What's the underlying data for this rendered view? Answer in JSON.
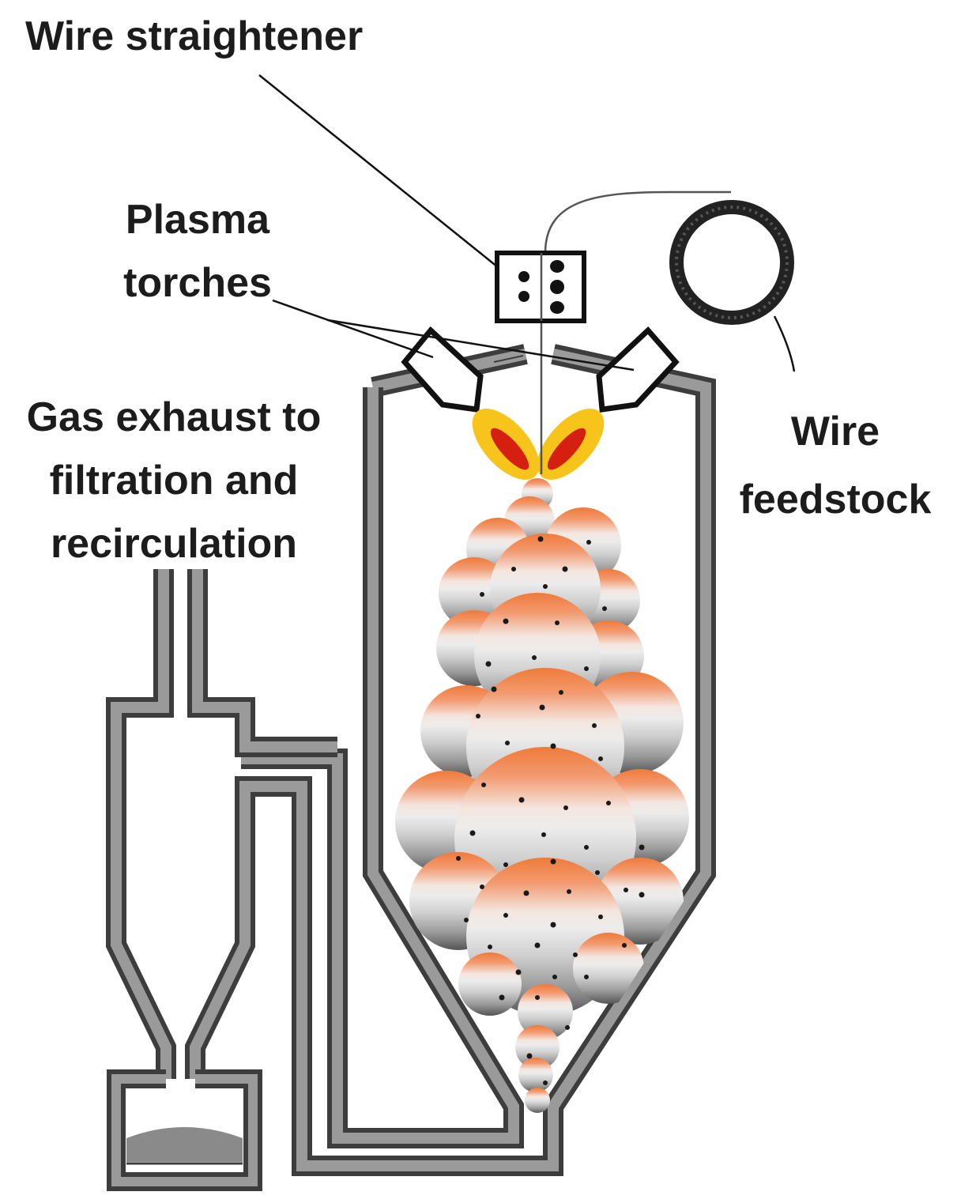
{
  "labels": {
    "wire_straightener": "Wire straightener",
    "plasma_torches": [
      "Plasma",
      "torches"
    ],
    "gas_exhaust": [
      "Gas exhaust to",
      "filtration and",
      "recirculation"
    ],
    "wire_feedstock": [
      "Wire",
      "feedstock"
    ]
  },
  "colors": {
    "pipe_fill": "#9a9a9a",
    "pipe_outline": "#3d3d3d",
    "plasma_outer": "#f7c41b",
    "plasma_inner": "#d51f10",
    "plume_top": "#f07a3a",
    "plume_bottom": "#5c5c5c",
    "particle": "#1a1a1a",
    "powder": "#8a8a8a"
  }
}
